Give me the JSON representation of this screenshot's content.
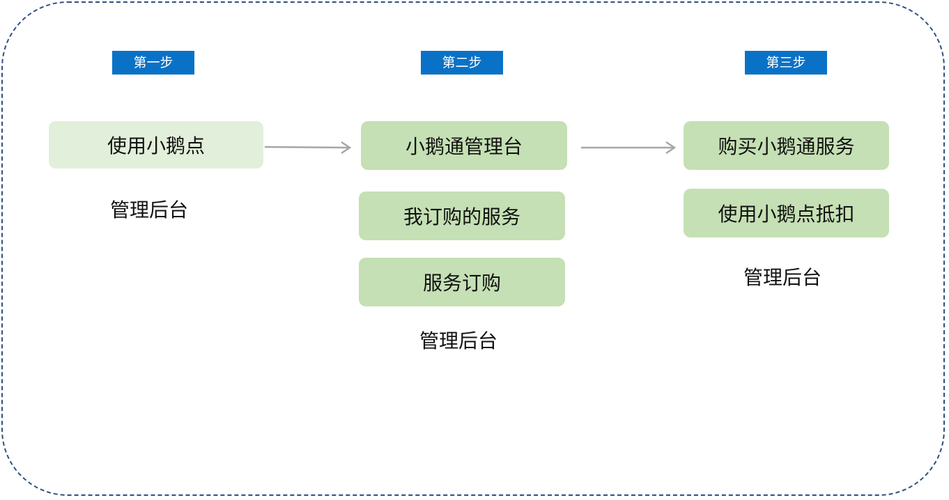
{
  "steps": [
    {
      "tag": "第一步",
      "boxes": [
        "使用小鹅点"
      ],
      "caption": "管理后台"
    },
    {
      "tag": "第二步",
      "boxes": [
        "小鹅通管理台",
        "我订购的服务",
        "服务订购"
      ],
      "caption": "管理后台"
    },
    {
      "tag": "第三步",
      "boxes": [
        "购买小鹅通服务",
        "使用小鹅点抵扣"
      ],
      "caption": "管理后台"
    }
  ],
  "colors": {
    "tag_bg": "#0a72c6",
    "box_light": "#e2efda",
    "box_mid": "#c5e0b4",
    "border": "#2f4f7f",
    "arrow": "#a6a6a6"
  }
}
